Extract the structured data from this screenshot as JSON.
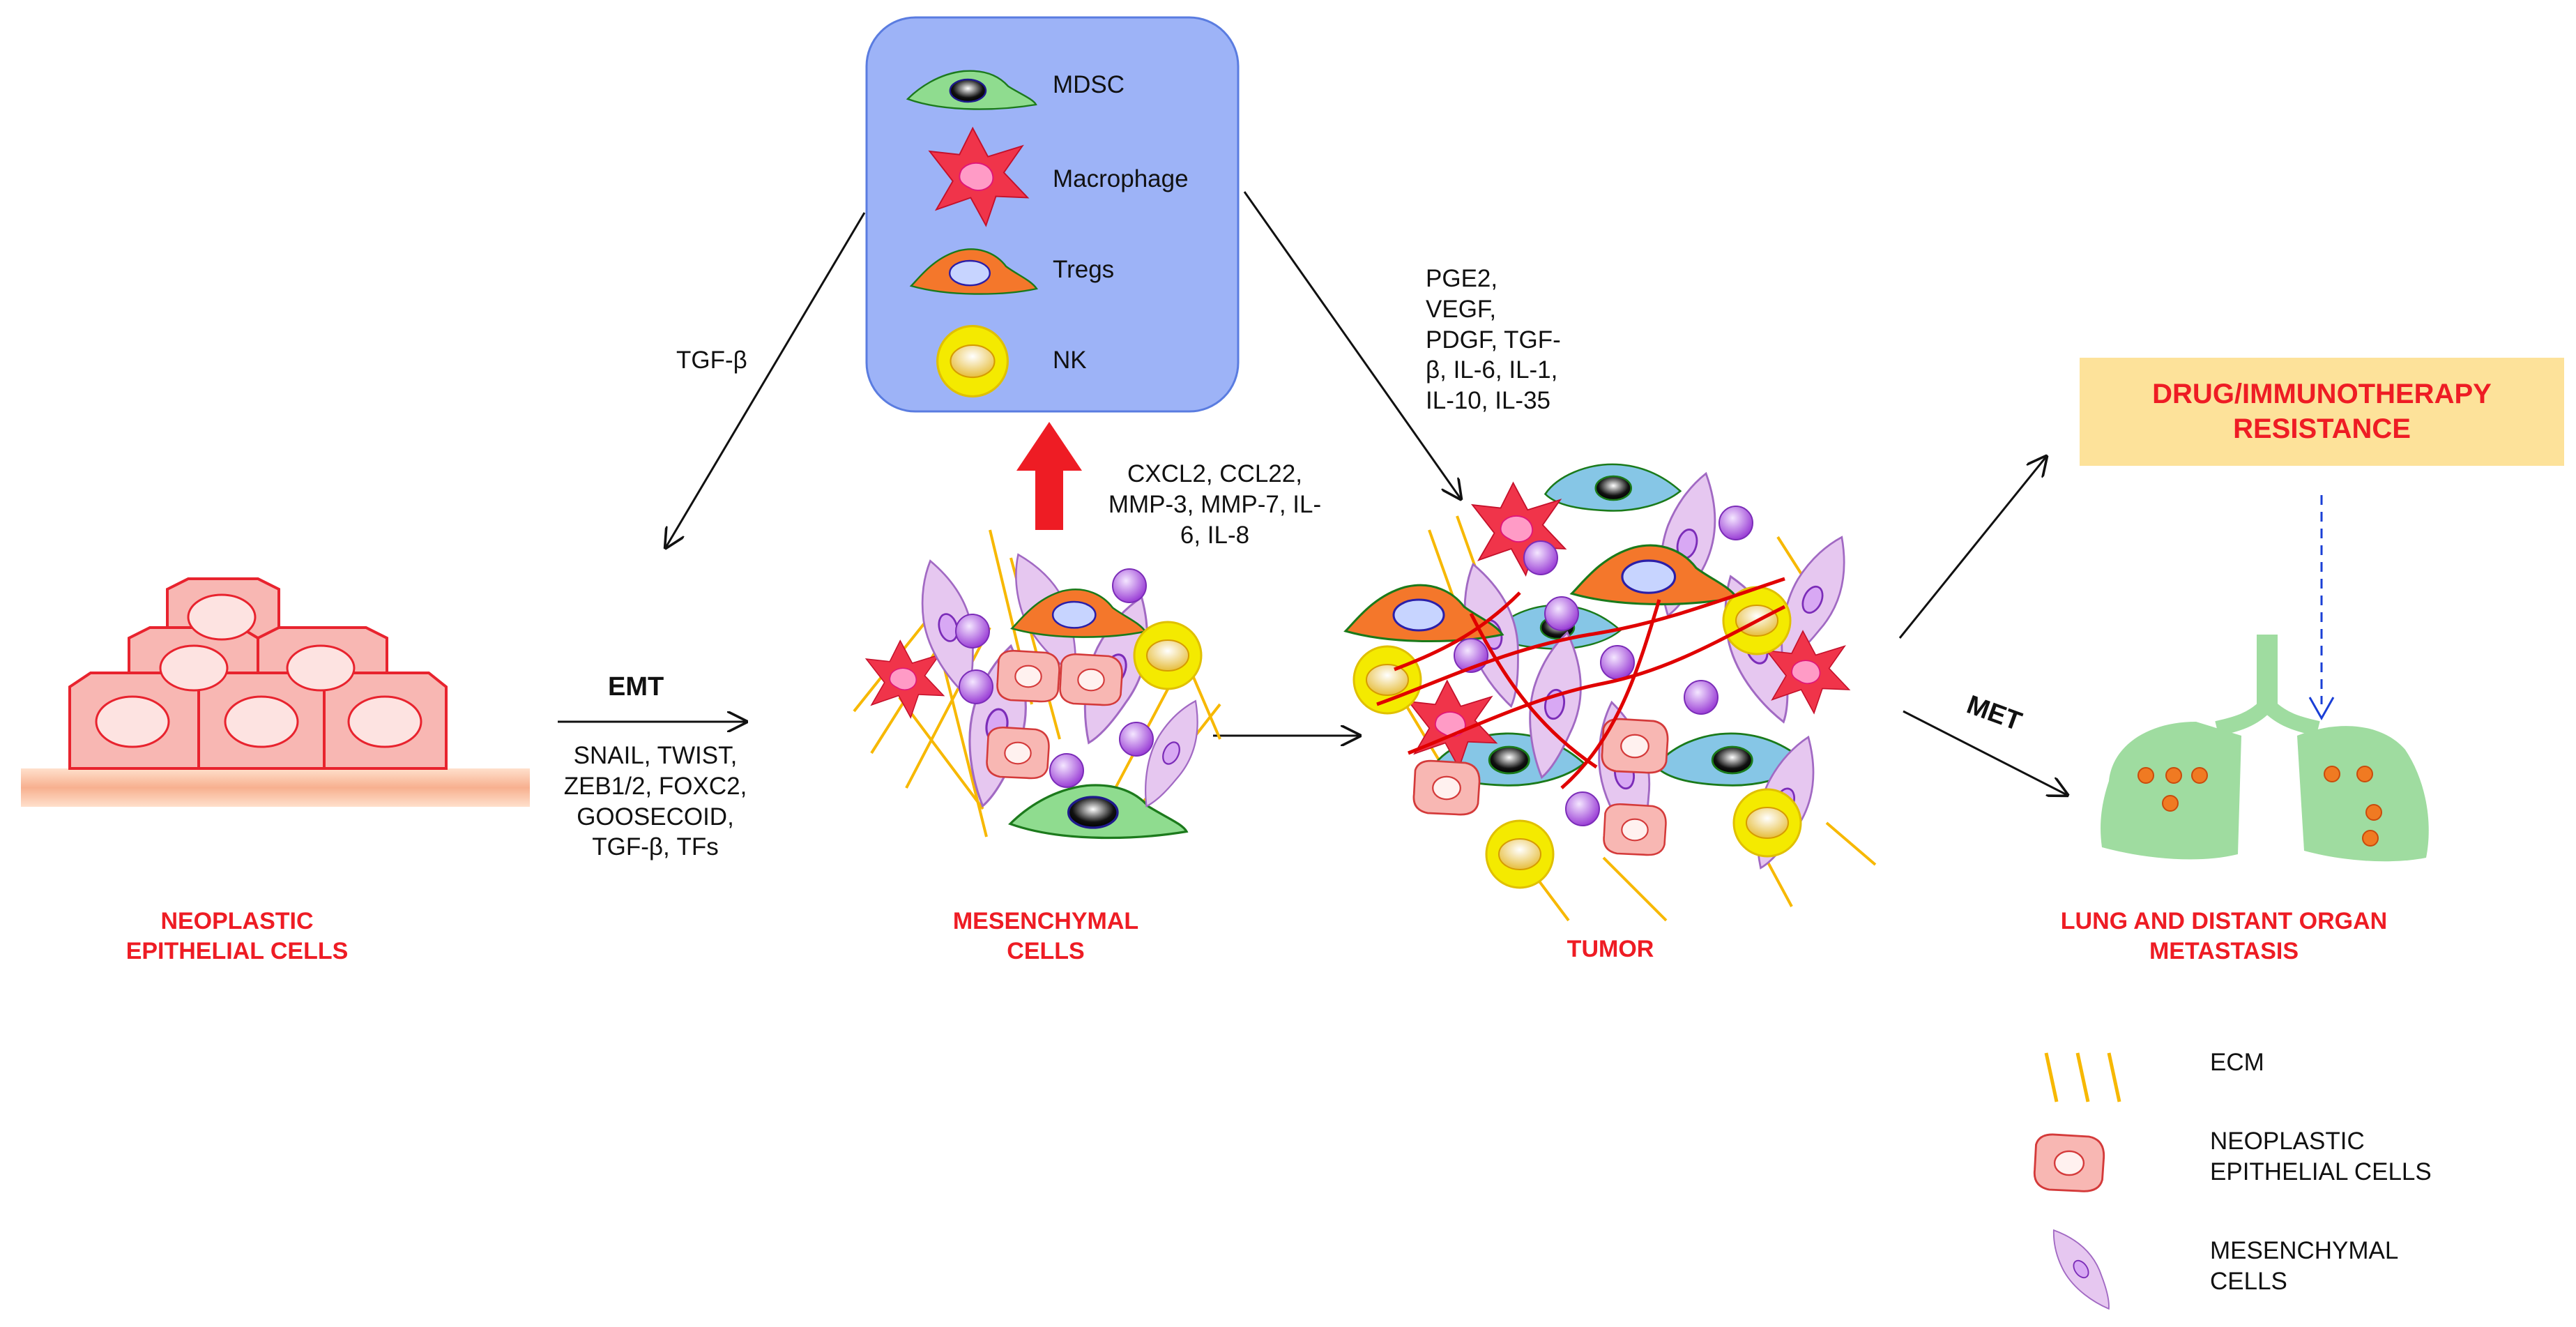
{
  "legend_box": {
    "fill": "#9db3f7",
    "items": [
      "MDSC",
      "Macrophage",
      "Tregs",
      "NK"
    ]
  },
  "arrows": {
    "tgf_label": "TGF-β",
    "emt_label": "EMT",
    "emt_factors": "SNAIL, TWIST,\nZEB1/2, FOXC2,\nGOOSECOID,\nTGF-β, TFs",
    "chemokines": "CXCL2, CCL22,\nMMP-3, MMP-7, IL-\n6,  IL-8",
    "cytokines": "PGE2,\nVEGF,\nPDGF, TGF-\nβ, IL-6, IL-1,\nIL-10, IL-35",
    "met_label": "MET"
  },
  "stages": {
    "epithelial": "NEOPLASTIC\nEPITHELIAL CELLS",
    "mesenchymal": "MESENCHYMAL\nCELLS",
    "tumor": "TUMOR",
    "metastasis": "LUNG AND DISTANT ORGAN\nMETASTASIS"
  },
  "resistance": {
    "text": "DRUG/IMMUNOTHERAPY\nRESISTANCE",
    "fill": "#fde29a"
  },
  "key": {
    "ecm": "ECM",
    "epithelial": "NEOPLASTIC\nEPITHELIAL CELLS",
    "mesenchymal": "MESENCHYMAL\nCELLS"
  },
  "colors": {
    "label_red": "#ee1c24",
    "epithelial_fill": "#f8b7b3",
    "mesenchymal_fill": "#e6c7f0",
    "ecm": "#f7b800",
    "mdsc_fill": "#8fdc8f",
    "treg_fill": "#f4772b",
    "nk_ring": "#f4ea00",
    "macrophage": "#f0344a",
    "lung_fill": "#9fdca0",
    "nodule": "#f07a22",
    "vessel": "#e00000",
    "blue_cell": "#86c6e6"
  }
}
